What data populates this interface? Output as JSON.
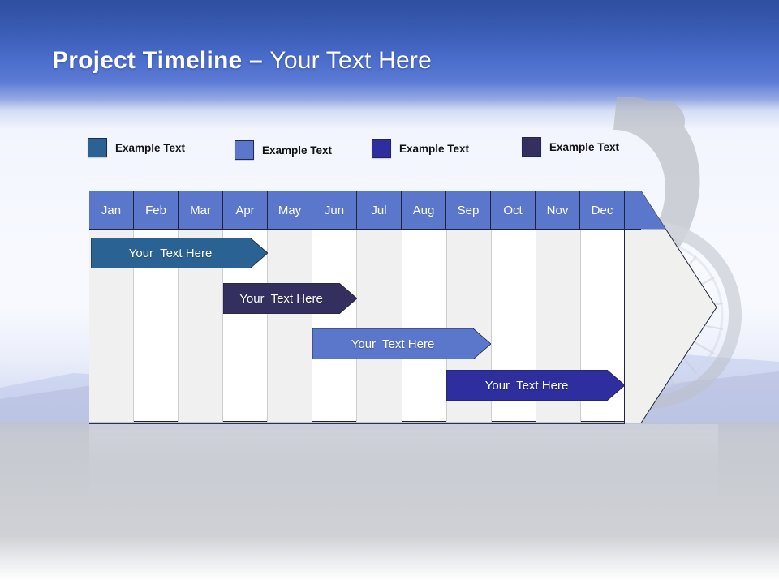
{
  "slide": {
    "title_strong": "Project Timeline",
    "title_dash": " – ",
    "title_light": "Your Text Here"
  },
  "legend": {
    "items": [
      {
        "label": "Example Text",
        "color": "#2b6294"
      },
      {
        "label": "Example Text",
        "color": "#5b77cc"
      },
      {
        "label": "Example Text",
        "color": "#2e2e9e"
      },
      {
        "label": "Example Text",
        "color": "#332f5e"
      }
    ]
  },
  "chart_data": {
    "type": "bar",
    "title": "Project Timeline – Your Text Here",
    "xlabel": "",
    "ylabel": "",
    "categories": [
      "Jan",
      "Feb",
      "Mar",
      "Apr",
      "May",
      "Jun",
      "Jul",
      "Aug",
      "Sep",
      "Oct",
      "Nov",
      "Dec"
    ],
    "legend_position": "top",
    "grid": true,
    "series": [
      {
        "name": "Example Text",
        "label": "Your  Text Here",
        "color": "#2b6294",
        "start_month": 1,
        "end_month": 4,
        "row": 1
      },
      {
        "name": "Example Text",
        "label": "Your  Text Here",
        "color": "#332f5e",
        "start_month": 4,
        "end_month": 6,
        "row": 2
      },
      {
        "name": "Example Text",
        "label": "Your  Text Here",
        "color": "#5b77cc",
        "start_month": 6,
        "end_month": 9,
        "row": 3
      },
      {
        "name": "Example Text",
        "label": "Your  Text Here",
        "color": "#2e2e9e",
        "start_month": 9,
        "end_month": 12,
        "row": 4
      }
    ]
  },
  "colors": {
    "header_band": "#3a5cb4",
    "month_header": "#5b77cc",
    "grid_shade": "#f0f0f0",
    "grid_line": "#cfcfcf",
    "frame": "#20243a",
    "arrow_fill": "#f0f0ef"
  }
}
